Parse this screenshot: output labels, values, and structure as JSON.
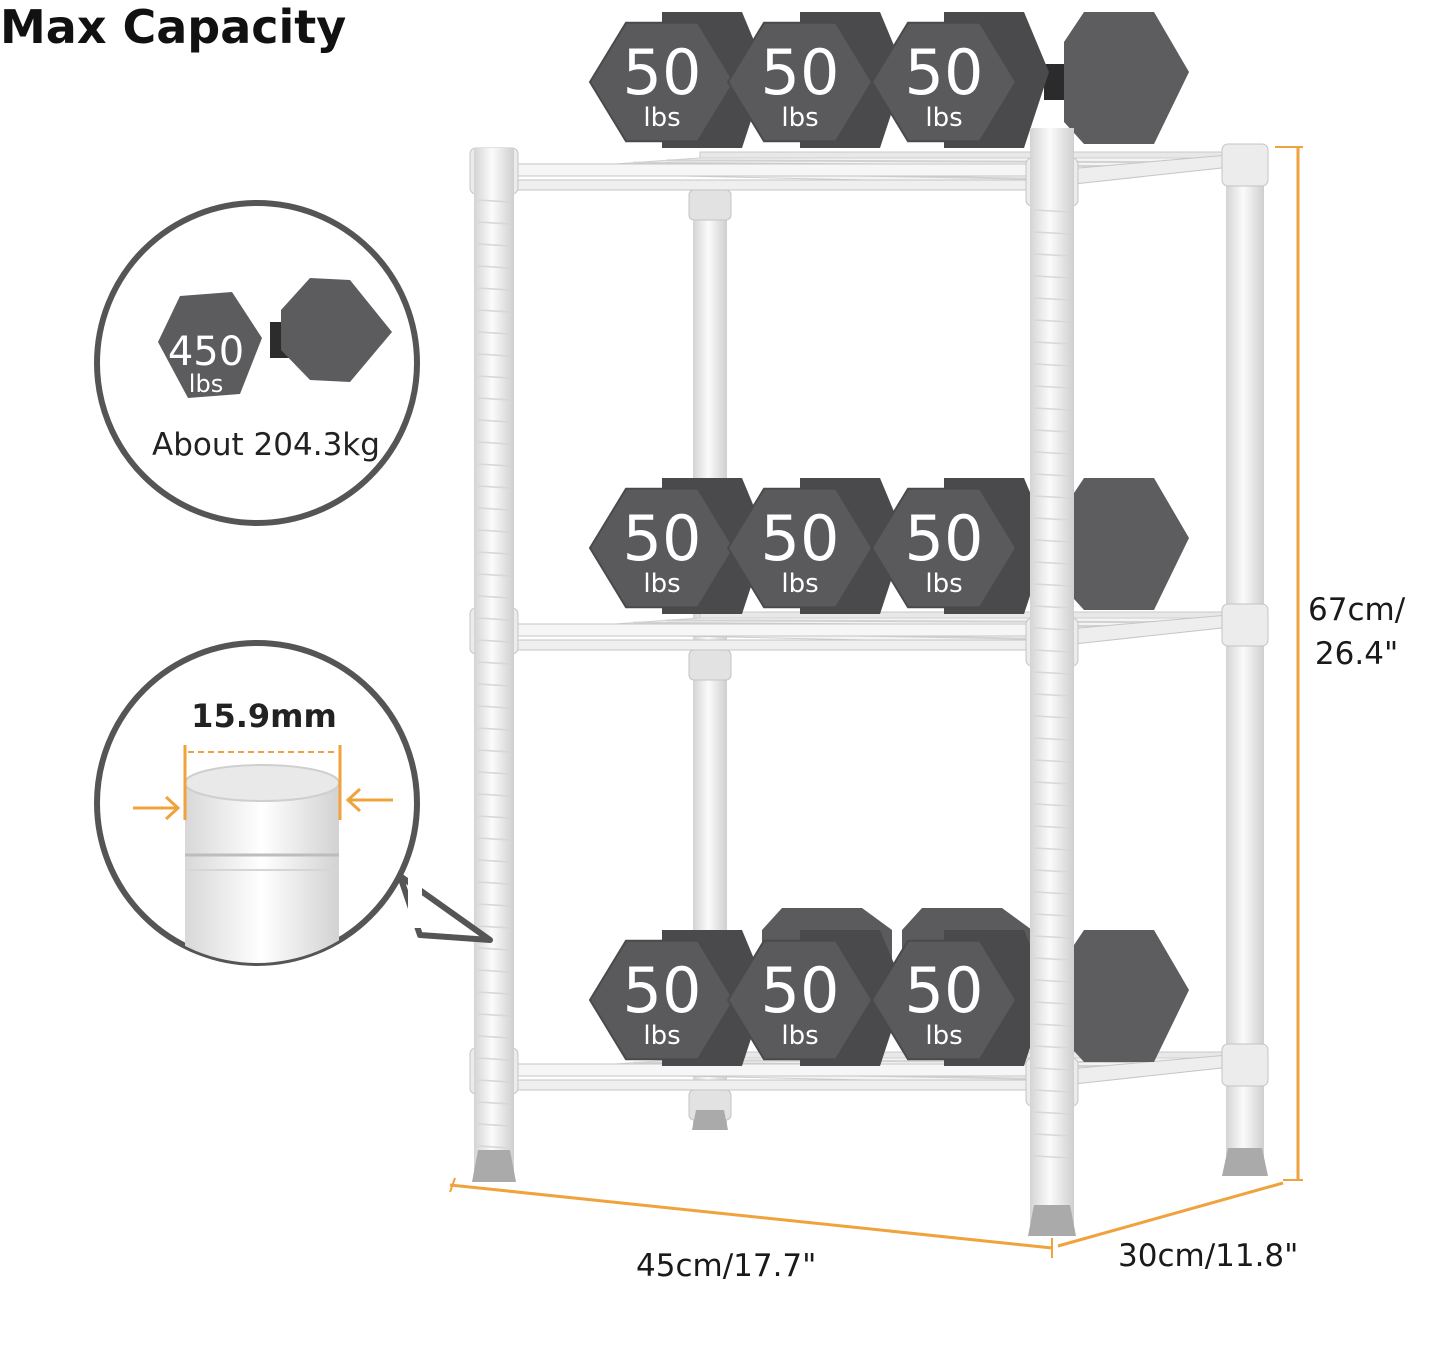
{
  "heading": "Max Capacity",
  "capacity_callout": {
    "weight_value": "450",
    "weight_unit": "lbs",
    "caption": "About 204.3kg"
  },
  "tube_callout": {
    "diameter": "15.9mm"
  },
  "dumbbell_labels": {
    "value": "50",
    "unit": "lbs"
  },
  "dimensions": {
    "height": "67cm/\n26.4\"",
    "height_line1": "67cm/",
    "height_line2": "26.4\"",
    "width": "45cm/17.7\"",
    "depth": "30cm/11.8\""
  },
  "colors": {
    "accent": "#f0a23c",
    "dumbbell": "#5a5a5c",
    "dumbbell_dark": "#3e3e40",
    "rack": "#f2f2f2",
    "rack_shadow": "#c9c9c9",
    "circle_border": "#555555"
  },
  "shelf_count": 3,
  "dumbbells_per_shelf": 3
}
